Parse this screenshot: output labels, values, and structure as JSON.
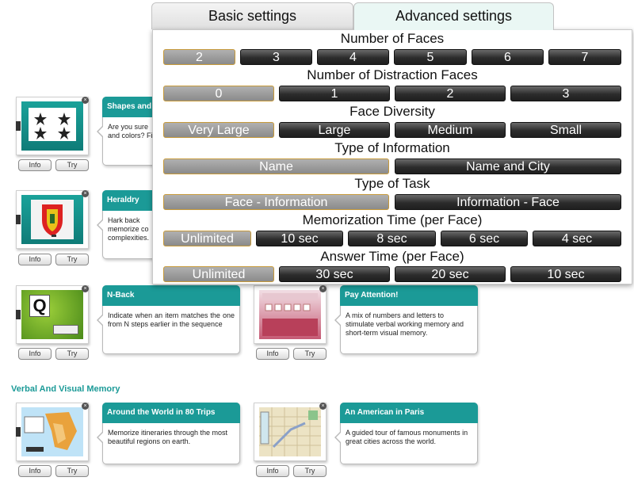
{
  "games": [
    {
      "title": "Shapes and",
      "desc": "Are you sure\nand colors? Fi",
      "info": "Info",
      "try": "Try"
    },
    {
      "title": "Heraldry",
      "desc": "Hark back\nmemorize co\ncomplexities.",
      "info": "Info",
      "try": "Try"
    },
    {
      "title": "N-Back",
      "desc": "Indicate when an item matches the one from N steps earlier in the sequence",
      "info": "Info",
      "try": "Try",
      "thumb_letter": "Q"
    },
    {
      "title": "Pay Attention!",
      "desc": "A mix of numbers and letters to stimulate verbal working memory and short-term visual memory.",
      "info": "Info",
      "try": "Try"
    },
    {
      "title": "Around the World in 80 Trips",
      "desc": "Memorize itineraries through the most beautiful regions on earth.",
      "info": "Info",
      "try": "Try"
    },
    {
      "title": "An American in Paris",
      "desc": "A guided tour of famous monuments in great cities across the world.",
      "info": "Info",
      "try": "Try"
    }
  ],
  "section_title": "Verbal And Visual Memory",
  "tabs": {
    "basic": "Basic settings",
    "advanced": "Advanced settings"
  },
  "settings": {
    "faces": {
      "label": "Number of Faces",
      "options": [
        "2",
        "3",
        "4",
        "5",
        "6",
        "7"
      ],
      "selected": "2"
    },
    "distraction": {
      "label": "Number of Distraction Faces",
      "options": [
        "0",
        "1",
        "2",
        "3"
      ],
      "selected": "0"
    },
    "diversity": {
      "label": "Face Diversity",
      "options": [
        "Very Large",
        "Large",
        "Medium",
        "Small"
      ],
      "selected": "Very Large"
    },
    "info_type": {
      "label": "Type of Information",
      "options": [
        "Name",
        "Name and City"
      ],
      "selected": "Name"
    },
    "task_type": {
      "label": "Type of Task",
      "options": [
        "Face - Information",
        "Information - Face"
      ],
      "selected": "Face - Information"
    },
    "memo_time": {
      "label": "Memorization Time (per Face)",
      "options": [
        "Unlimited",
        "10 sec",
        "8 sec",
        "6 sec",
        "4 sec"
      ],
      "selected": "Unlimited"
    },
    "answer_time": {
      "label": "Answer Time (per Face)",
      "options": [
        "Unlimited",
        "30 sec",
        "20 sec",
        "10 sec"
      ],
      "selected": "Unlimited"
    }
  },
  "colors": {
    "accent": "#1b9a97",
    "selected_border": "#c79a3a"
  }
}
